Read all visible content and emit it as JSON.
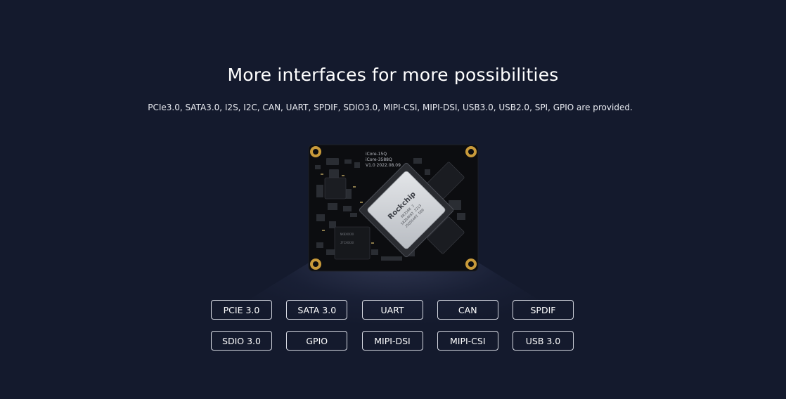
{
  "heading": {
    "title": "More interfaces for more possibilities",
    "subtitle": "PCIe3.0, SATA3.0, I2S, I2C, CAN, UART, SPDIF, SDIO3.0, MIPI-CSI, MIPI-DSI, USB3.0, USB2.0, SPI, GPIO are provided."
  },
  "board": {
    "label_lines": [
      "iCore-15Q",
      "iCore-3588Q",
      "V1.0  2022.08.09"
    ],
    "chip_brand": "Rockchip",
    "chip_lines": [
      "RK3588 J",
      "SA2E4K82 2213",
      "J5QS5402 D00"
    ]
  },
  "interfaces": [
    "PCIE 3.0",
    "SATA 3.0",
    "UART",
    "CAN",
    "SPDIF",
    "SDIO 3.0",
    "GPIO",
    "MIPI-DSI",
    "MIPI-CSI",
    "USB 3.0"
  ],
  "colors": {
    "background": "#141a2d",
    "text": "#ffffff",
    "tag_border": "#d6d9e2",
    "pcb": "#0c0d10",
    "chip": "#cfd2d6"
  }
}
